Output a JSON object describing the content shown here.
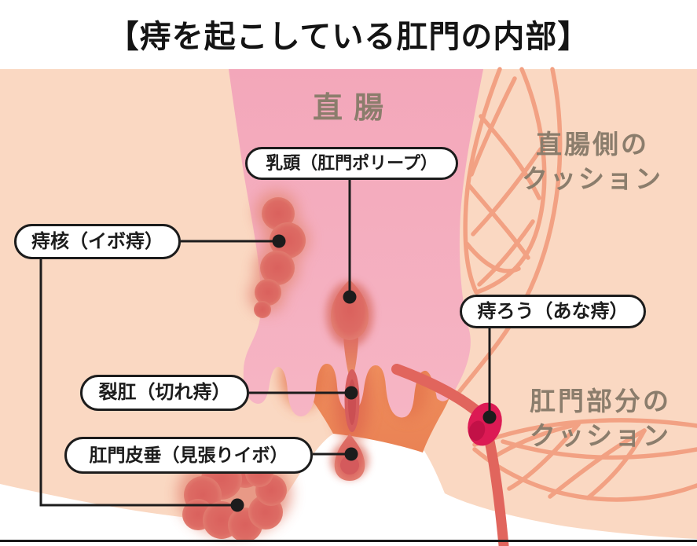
{
  "title": "【痔を起こしている肛門の内部】",
  "diagram": {
    "region_labels": {
      "rectum": "直腸",
      "rectal_cushion": {
        "line1": "直腸側の",
        "line2": "クッション"
      },
      "anal_cushion": {
        "line1": "肛門部分の",
        "line2": "クッション"
      }
    },
    "callouts": [
      {
        "id": "papilla",
        "label": "乳頭（肛門ポリープ）"
      },
      {
        "id": "hemorrhoid",
        "label": "痔核（イボ痔）"
      },
      {
        "id": "fissure",
        "label": "裂肛（切れ痔）"
      },
      {
        "id": "skin-tag",
        "label": "肛門皮垂（見張りイボ）"
      },
      {
        "id": "fistula",
        "label": "痔ろう（あな痔）"
      }
    ],
    "colors": {
      "body_peach": "#fad8c2",
      "rectum_pink": "#f3a9bb",
      "anal_canal_orange": "#f09260",
      "lesion_red": "#dc6761",
      "fistula_crimson": "#dc1a54",
      "cushion_mesh_salmon": "#f2a183",
      "label_gray_brown": "#8b7d6c",
      "line_black": "#1c1c1c"
    }
  }
}
